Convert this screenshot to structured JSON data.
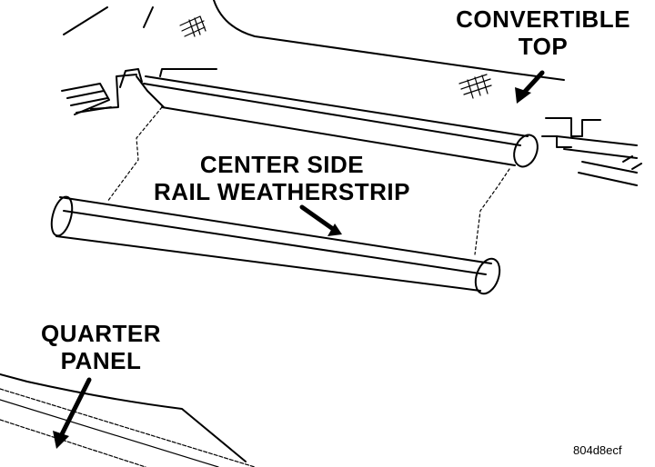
{
  "labels": {
    "convertible_top": [
      "CONVERTIBLE",
      "TOP"
    ],
    "center_side_rail_weatherstrip": [
      "CENTER SIDE",
      "RAIL WEATHERSTRIP"
    ],
    "quarter_panel": [
      "QUARTER",
      "PANEL"
    ]
  },
  "figure_code": "804d8ecf",
  "colors": {
    "ink": "#000000",
    "background": "#ffffff"
  }
}
